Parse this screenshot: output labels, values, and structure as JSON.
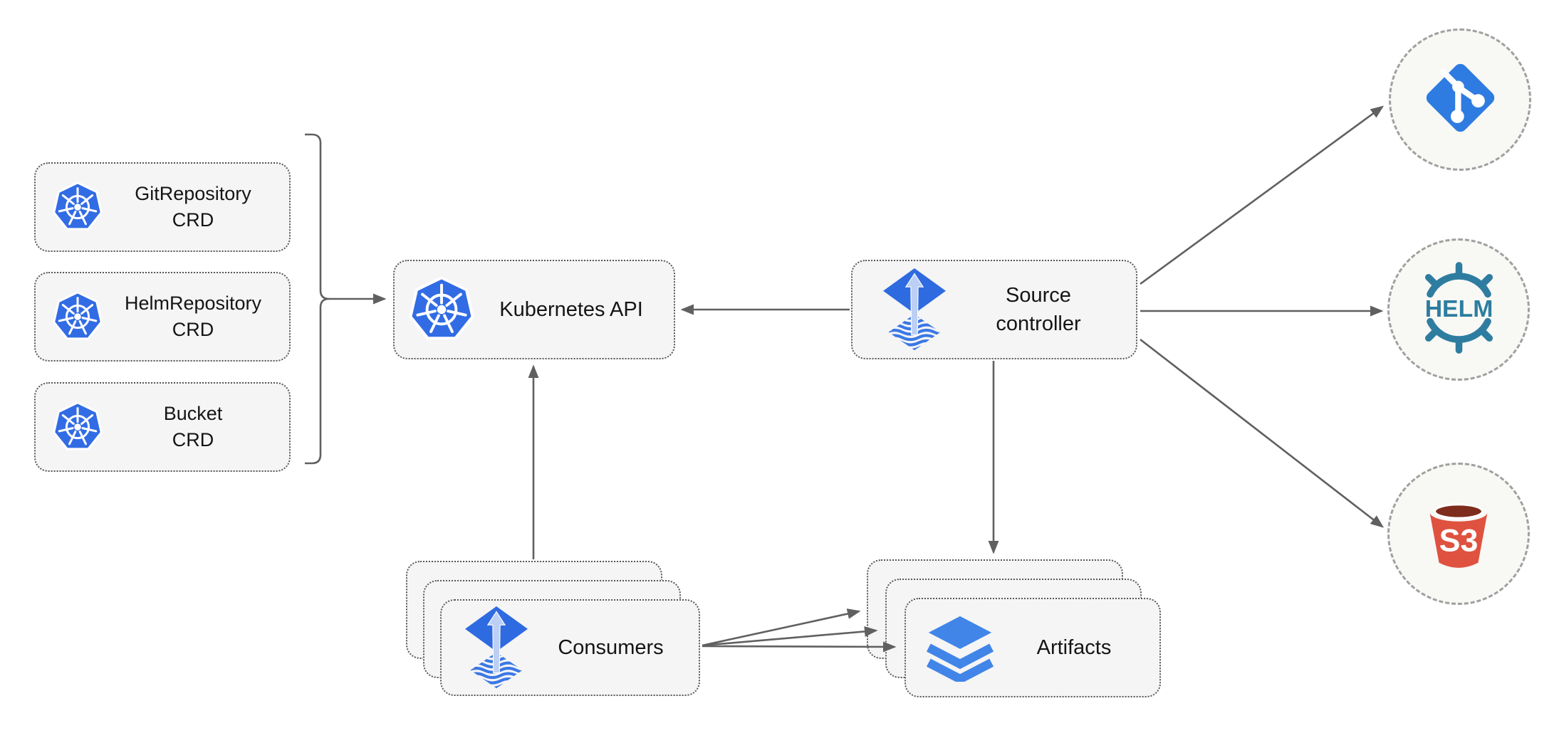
{
  "nodes": {
    "crd_boxes": [
      {
        "line1": "GitRepository",
        "line2": "CRD"
      },
      {
        "line1": "HelmRepository",
        "line2": "CRD"
      },
      {
        "line1": "Bucket",
        "line2": "CRD"
      }
    ],
    "kubernetes_api": {
      "label": "Kubernetes API"
    },
    "source_controller": {
      "line1": "Source",
      "line2": "controller"
    },
    "consumers": {
      "label": "Consumers"
    },
    "artifacts": {
      "label": "Artifacts"
    },
    "helm_endpoint": {
      "label": "HELM"
    },
    "s3_endpoint": {
      "label": "S3"
    }
  },
  "icons": {
    "kubernetes": "kubernetes-wheel-icon",
    "flux": "flux-icon",
    "git": "git-icon",
    "helm": "helm-wheel-icon",
    "s3": "s3-bucket-icon",
    "layers": "layers-icon"
  },
  "colors": {
    "kubernetes_blue": "#326ce5",
    "flux_blue": "#2f6be0",
    "flux_light_blue": "#bccff4",
    "flux_stripe_blue": "#3b78e5",
    "git_blue": "#2e7ce1",
    "helm_teal": "#2e7da0",
    "s3_red": "#df5240",
    "s3_dark_red": "#7e2c1c",
    "layers_blue": "#4285e8",
    "arrow_gray": "#606060",
    "box_border_gray": "#575757",
    "box_fill": "#f5f5f5",
    "circle_fill": "#f8f8f5",
    "circle_border": "#a0a0a0",
    "text_color": "#151515"
  }
}
